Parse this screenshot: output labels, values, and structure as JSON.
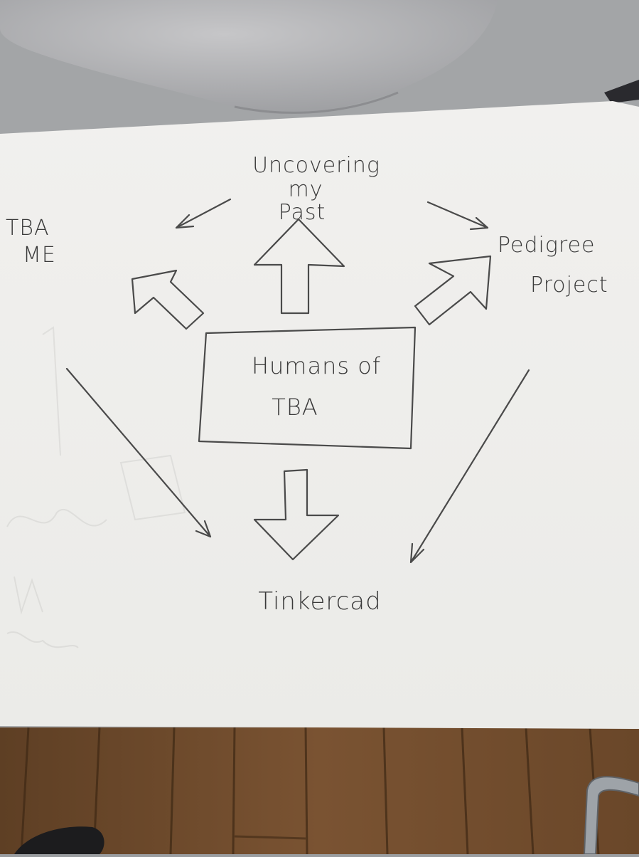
{
  "diagram": {
    "top_label": {
      "line1": "Uncovering",
      "line2": "my",
      "line3": "Past"
    },
    "left_label": {
      "line1": "TBA",
      "line2": "ME"
    },
    "right_label": {
      "line1": "Pedigree",
      "line2": "Project"
    },
    "center_box": {
      "line1": "Humans of",
      "line2": "TBA"
    },
    "bottom_label": "Tinkercad"
  },
  "colors": {
    "paper": "#f4f3f1",
    "pencil": "#4a4a4a",
    "floor": "#6b4a2c",
    "sleeve": "#b9b9bb"
  }
}
